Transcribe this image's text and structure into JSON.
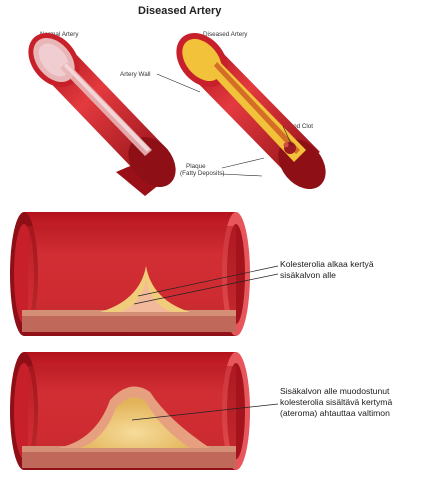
{
  "title": "Diseased Artery",
  "top": {
    "normal_label": "Normal Artery",
    "diseased_label": "Diseased Artery",
    "artery_wall": "Artery Wall",
    "blood_clot": "Blood Clot",
    "plaque": "Plaque",
    "fatty_deposits": "(Fatty Deposits)"
  },
  "middle": {
    "line1": "Kolesterolia alkaa kertyä",
    "line2": "sisäkalvon alle"
  },
  "bottom": {
    "line1": "Sisäkalvon alle muodostunut",
    "line2": "kolesterolia sisältävä kertymä",
    "line3": "(ateroma) ahtauttaa valtimon"
  },
  "colors": {
    "artery_red": "#c8202a",
    "artery_dark": "#8e1016",
    "inner_pink": "#e8b6b6",
    "plaque_yellow": "#f2c23a",
    "atheroma": "#f1cc7a"
  }
}
